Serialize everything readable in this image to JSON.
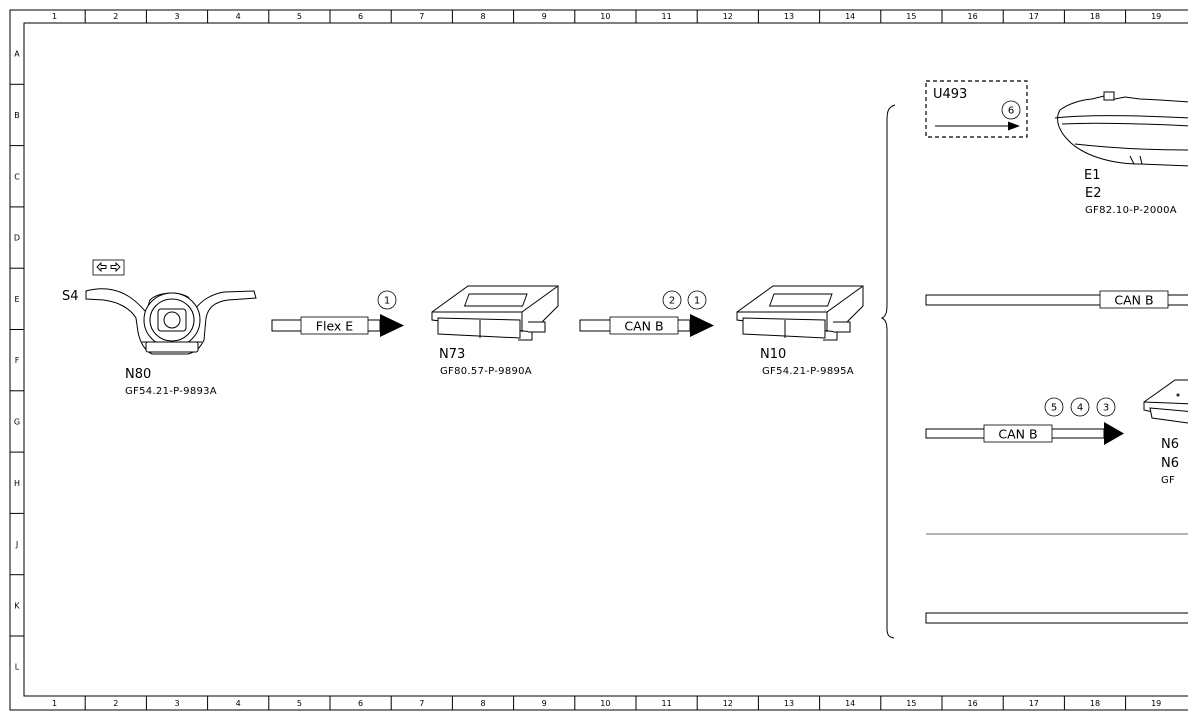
{
  "grid": {
    "columns": [
      "1",
      "2",
      "3",
      "4",
      "5",
      "6",
      "7",
      "8",
      "9",
      "10",
      "11",
      "12",
      "13",
      "14",
      "15",
      "16",
      "17",
      "18",
      "19"
    ],
    "rows": [
      "A",
      "B",
      "C",
      "D",
      "E",
      "F",
      "G",
      "H",
      "J",
      "K",
      "L"
    ]
  },
  "components": {
    "s4": "S4",
    "n80": {
      "name": "N80",
      "code": "GF54.21-P-9893A"
    },
    "n73": {
      "name": "N73",
      "code": "GF80.57-P-9890A"
    },
    "n10": {
      "name": "N10",
      "code": "GF54.21-P-9895A"
    },
    "u493": "U493",
    "e1": "E1",
    "e2": {
      "name": "E2",
      "code": "GF82.10-P-2000A"
    },
    "n6_1": "N6",
    "n6_2": "N6",
    "gf_partial": "GF"
  },
  "buses": {
    "flex_e": "Flex E",
    "can_b_1": "CAN B",
    "can_b_2": "CAN B",
    "can_b_3": "CAN B"
  },
  "callouts": {
    "a1": "1",
    "b2": "2",
    "b1": "1",
    "u6": "6",
    "c5": "5",
    "c4": "4",
    "c3": "3"
  },
  "icons": {
    "turn_signal": "double-arrow-icon"
  },
  "colors": {
    "line": "#000000",
    "background": "#ffffff",
    "rule": "#888888"
  }
}
